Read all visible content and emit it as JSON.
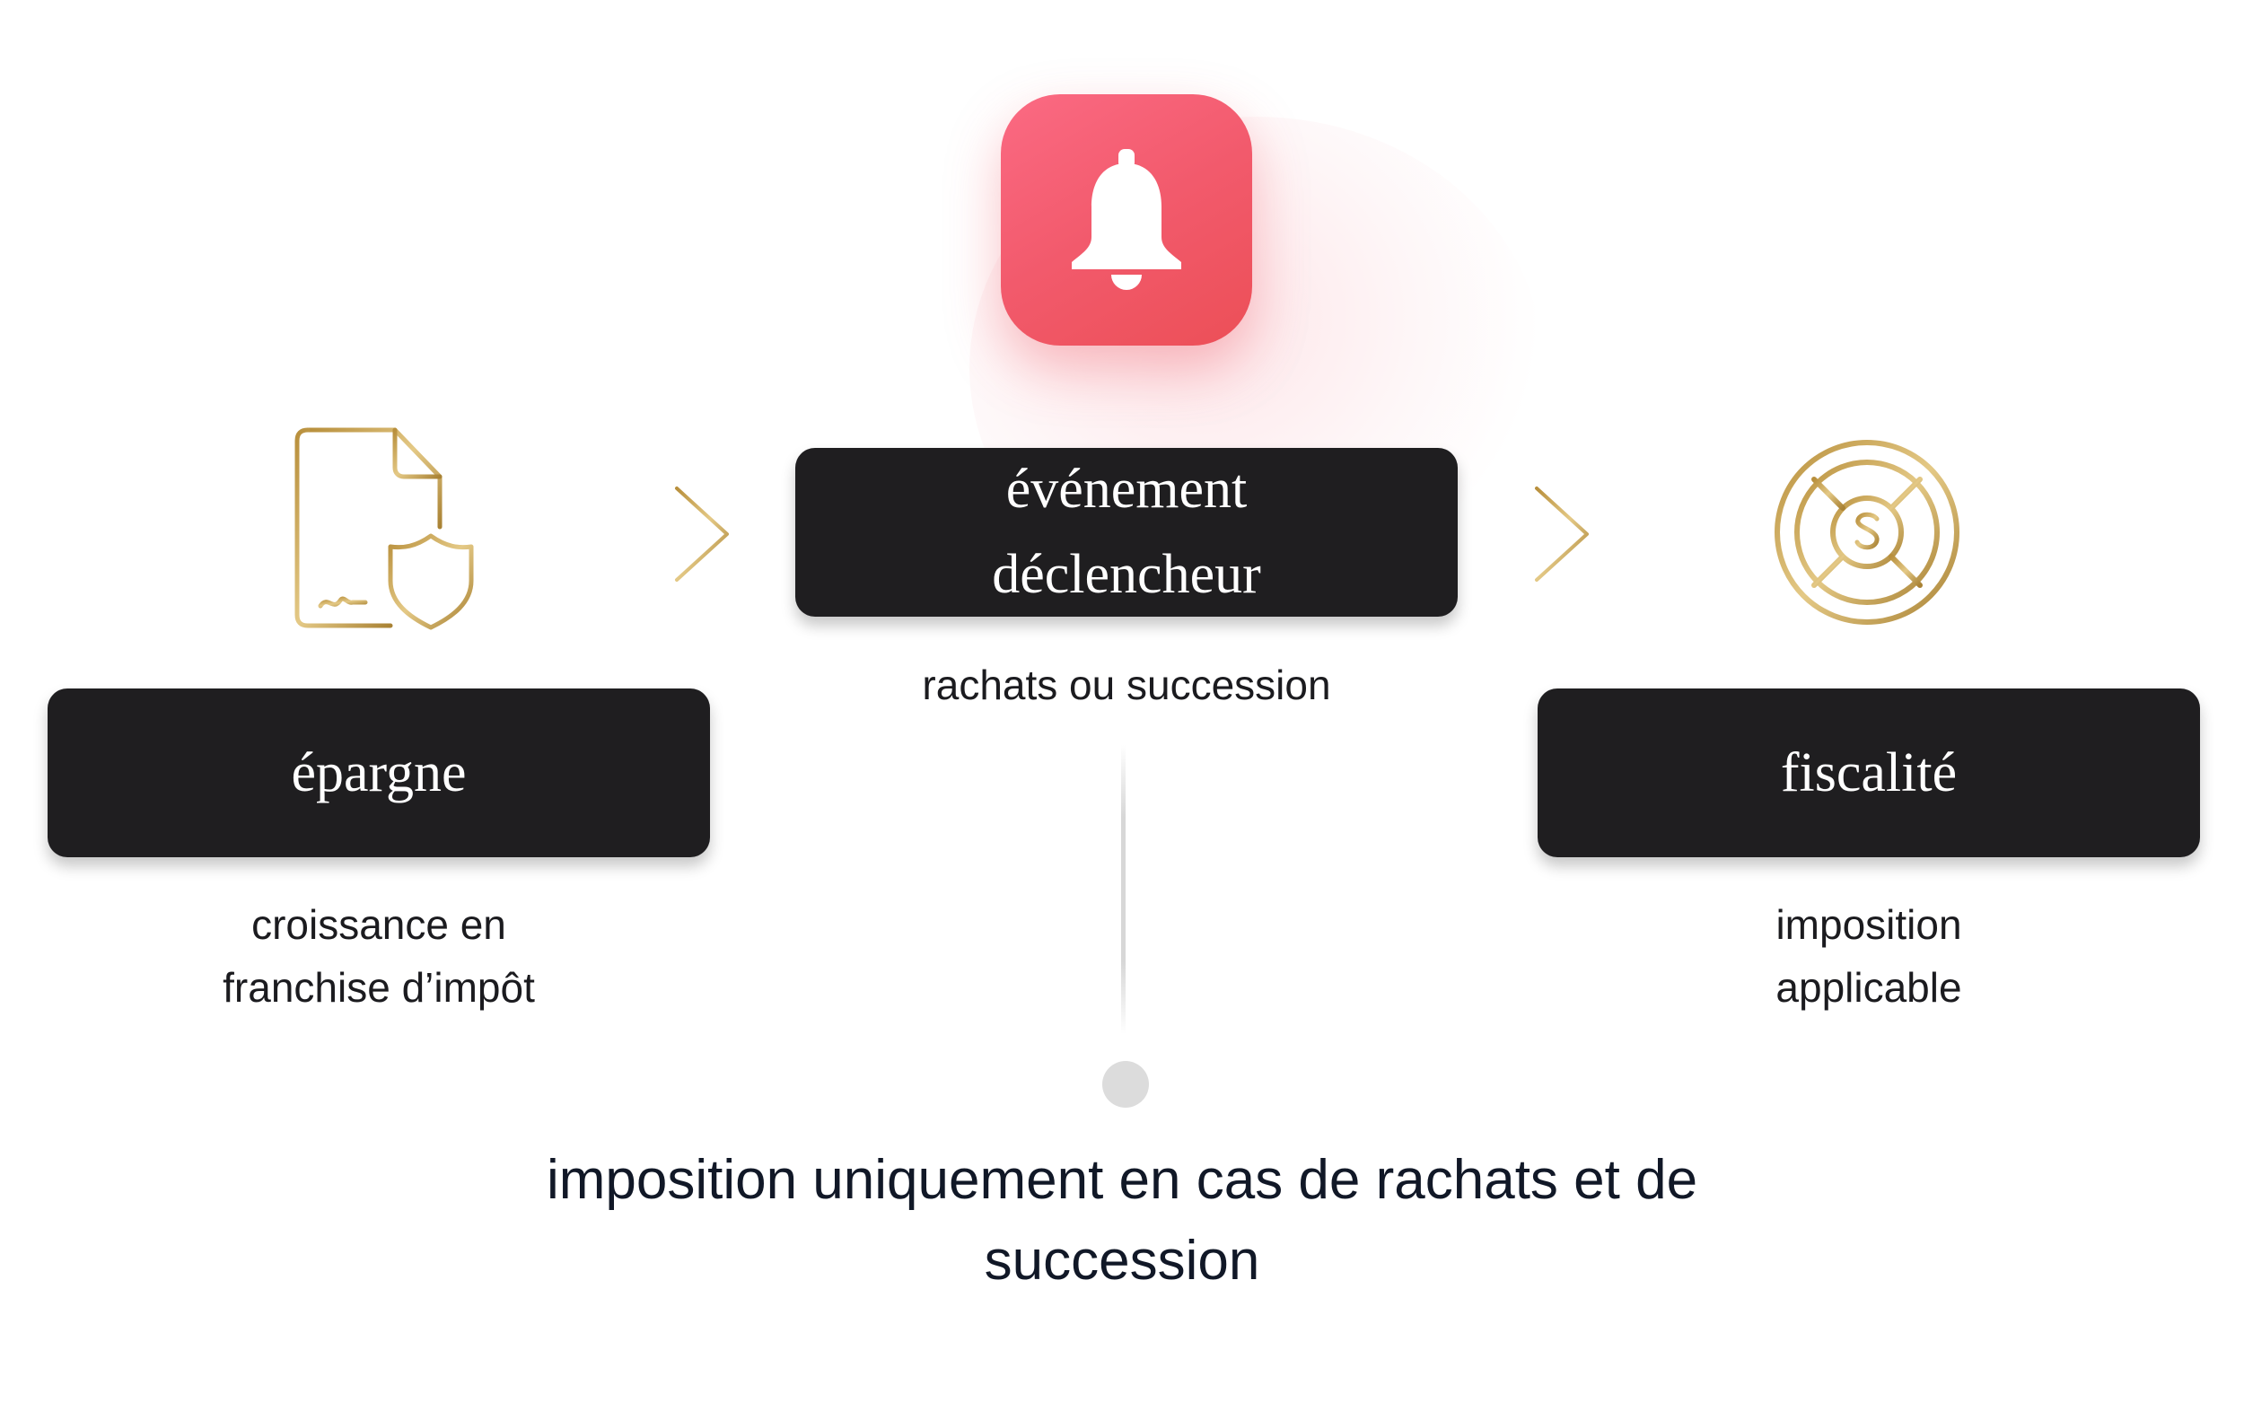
{
  "left": {
    "title": "épargne",
    "caption_line1": "croissance en",
    "caption_line2": "franchise d’impôt"
  },
  "middle": {
    "title_line1": "événement",
    "title_line2": "déclencheur",
    "caption": "rachats ou succession"
  },
  "right": {
    "title": "fiscalité",
    "caption_line1": "imposition",
    "caption_line2": "applicable"
  },
  "bottom": {
    "line1": "imposition uniquement en cas de rachats et de",
    "line2": "succession"
  },
  "icons": {
    "left": "document-shield-icon",
    "middle": "bell-icon",
    "right": "dollar-lifebuoy-icon",
    "arrows": "chevron-right-icon"
  },
  "colors": {
    "pill": "#1f1e20",
    "gold": "#c9a24a",
    "bell_tile": "#f25a6c",
    "text": "#1b1b1f"
  }
}
